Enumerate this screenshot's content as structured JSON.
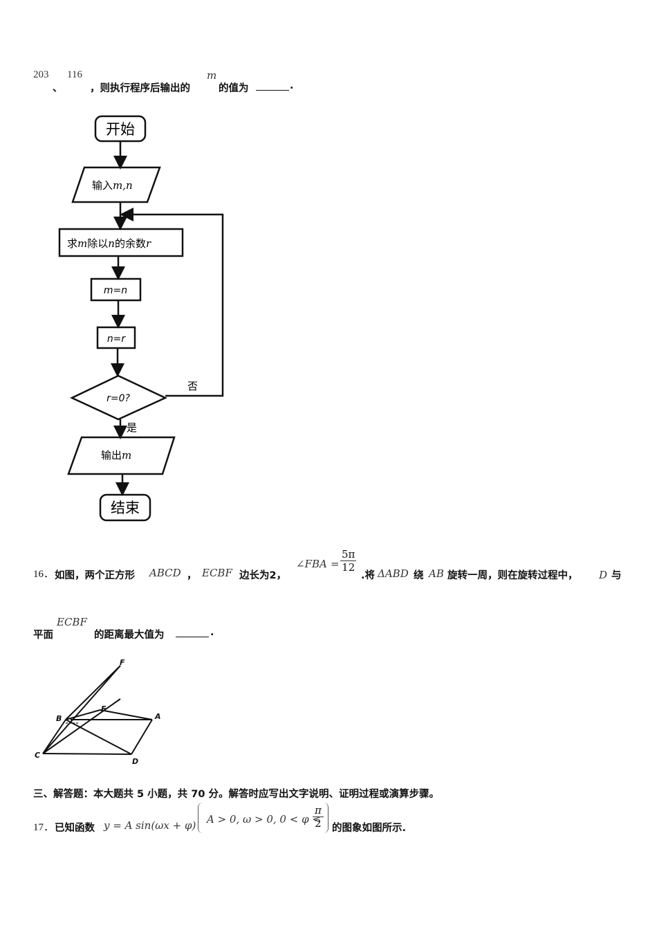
{
  "q15_tail": {
    "num1": "203",
    "sep": "、",
    "num2": "116",
    "text1": "，则执行程序后输出的",
    "var": "m",
    "text2": "的值为",
    "end": "."
  },
  "flowchart": {
    "start": "开始",
    "input": "输入",
    "input_vars": "m,n",
    "step_pre": "求",
    "step_m": "m",
    "step_mid": "除以",
    "step_n": "n",
    "step_mid2": "的余数",
    "step_r": "r",
    "assign1": "m=n",
    "assign2": "n=r",
    "decision": "r=0?",
    "no": "否",
    "yes": "是",
    "output": "输出",
    "output_var": "m",
    "end": "结束"
  },
  "q16": {
    "number": "16．",
    "t1": "如图，两个正方形",
    "sq1": "ABCD",
    "comma": "，",
    "sq2": "ECBF",
    "t2": "边长为",
    "side": "2",
    "comma2": "，",
    "angle": "∠FBA",
    "eq": "=",
    "frac_num": "5π",
    "frac_den": "12",
    "t3": ".将",
    "tri": "ΔABD",
    "t4": "绕",
    "axis": "AB",
    "t5": "旋转一周，则在旋转过程中，",
    "pt": "D",
    "t6": "与",
    "t7": "平面",
    "plane": "ECBF",
    "t8": "的距离最大值为",
    "end": "."
  },
  "figure16": {
    "F": "F",
    "E": "E",
    "B": "B",
    "A": "A",
    "C": "C",
    "D": "D"
  },
  "section3": "三、解答题：本大题共 5 小题，共 70 分。解答时应写出文字说明、证明过程或演算步骤。",
  "q17": {
    "number": "17．",
    "t1": "已知函数",
    "func": "y = A sin(ωx + φ)",
    "cond": "A > 0, ω > 0, 0 < φ <",
    "frac_num": "π",
    "frac_den": "2",
    "t2": "的图象如图所示."
  }
}
